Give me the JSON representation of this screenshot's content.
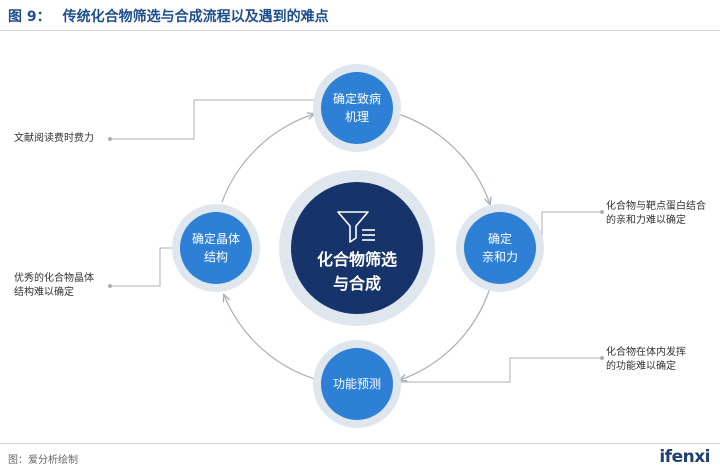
{
  "title": {
    "number": "图 9：",
    "text": "传统化合物筛选与合成流程以及遇到的难点"
  },
  "center": {
    "line1": "化合物筛选",
    "line2": "与合成",
    "icon": "funnel-filter-icon"
  },
  "nodes": {
    "top": {
      "line1": "确定致病",
      "line2": "机理"
    },
    "right": {
      "line1": "确定",
      "line2": "亲和力"
    },
    "bottom": {
      "line1": "功能预测"
    },
    "left": {
      "line1": "确定晶体",
      "line2": "结构"
    }
  },
  "notes": {
    "top": {
      "line1": "文献阅读费时费力"
    },
    "right": {
      "line1": "化合物与靶点蛋白结合",
      "line2": "的亲和力难以确定"
    },
    "bottom": {
      "line1": "化合物在体内发挥",
      "line2": "的功能难以确定"
    },
    "left": {
      "line1": "优秀的化合物晶体",
      "line2": "结构难以确定"
    }
  },
  "footer": {
    "source": "图：爱分析绘制",
    "logo": "ifenxi"
  },
  "colors": {
    "title": "#1f4e8c",
    "center_fill": "#16336a",
    "node_fill": "#2e7fd6",
    "ring_fill": "#dfe6ee",
    "line": "#a9b0b8"
  }
}
